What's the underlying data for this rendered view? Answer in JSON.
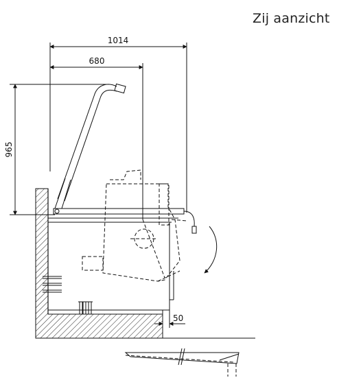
{
  "title": "Zij aanzicht",
  "dimensions": {
    "overall_width": "1014",
    "inner_width": "680",
    "height": "965",
    "offset": "50"
  }
}
